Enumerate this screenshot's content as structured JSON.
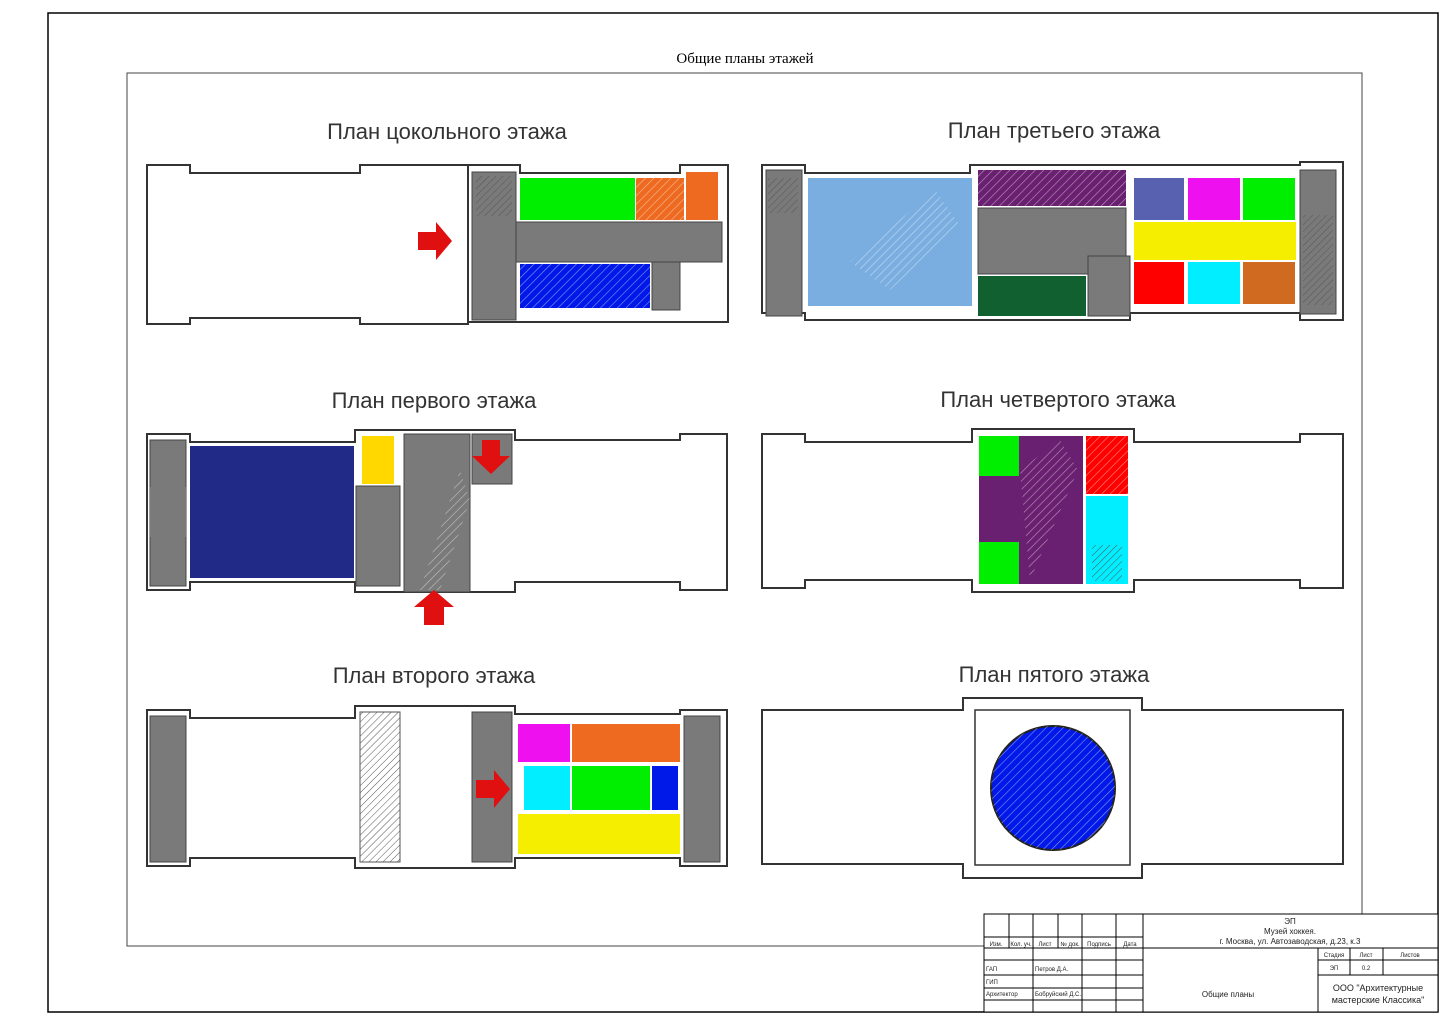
{
  "sheet": {
    "title": "Общие планы этажей"
  },
  "plans": {
    "basement": {
      "title": "План цокольного этажа"
    },
    "third": {
      "title": "План третьего этажа"
    },
    "first": {
      "title": "План первого этажа"
    },
    "fourth": {
      "title": "План четвертого этажа"
    },
    "second": {
      "title": "План второго этажа"
    },
    "fifth": {
      "title": "План пятого этажа"
    }
  },
  "colors": {
    "green": "#00ee00",
    "orange": "#ee6a20",
    "blue": "#0018e8",
    "light_blue": "#7aaee0",
    "purple": "#6a2070",
    "dark_green": "#106030",
    "slate": "#5860b0",
    "magenta": "#ee10ee",
    "yellow": "#f5ee00",
    "red": "#ff0000",
    "cyan": "#00eeff",
    "brown_orange": "#d06a20",
    "navy": "#222a88",
    "gold": "#ffd800",
    "gray": "#7a7a7a",
    "arrow_red": "#e01010"
  },
  "stamp": {
    "doc_code": "ЭП",
    "object": "Музей хоккея.",
    "address": "г. Москва, ул. Автозаводская, д.23, к.3",
    "headers": [
      "Изм.",
      "Кол. уч.",
      "Лист",
      "№ док.",
      "Подпись",
      "Дата"
    ],
    "stage_header": "Стадия",
    "sheet_header": "Лист",
    "sheets_header": "Листов",
    "stage_value": "ЭП",
    "sheet_value": "0.2",
    "sheets_value": "",
    "roles": [
      {
        "role": "ГАП",
        "name": "Петров Д.А."
      },
      {
        "role": "ГИП",
        "name": ""
      },
      {
        "role": "Архитектор",
        "name": "Бобруйский Д.С."
      }
    ],
    "drawing_name": "Общие планы",
    "company_line1": "ООО \"Архитектурные",
    "company_line2": "мастерские Классика\""
  }
}
